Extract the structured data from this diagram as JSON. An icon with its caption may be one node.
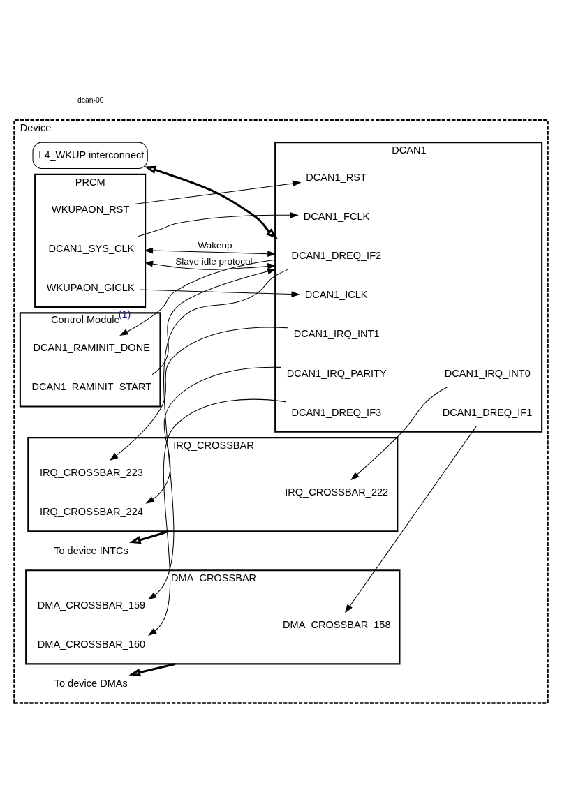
{
  "diagram": {
    "nodes": [
      {
        "text": [
          "Device"
        ]
      },
      {
        "text": [
          "DCAN1"
        ],
        "in": 0
      },
      {
        "text": [
          "DCAN1_IRQ_INT0"
        ],
        "in": 1
      },
      {
        "text": [
          "DCAN1_IRQ_INT1"
        ],
        "in": 1
      },
      {
        "text": [
          "DCAN1_IRQ_PARITY"
        ],
        "in": 1
      },
      {
        "text": [
          "DCAN1_DREQ_IF1"
        ],
        "in": 1
      },
      {
        "text": [
          "DCAN1_DREQ_IF2"
        ],
        "in": 1
      },
      {
        "text": [
          "DCAN1_DREQ_IF3"
        ],
        "in": 1
      },
      {
        "text": [
          "DCAN1_FCLK"
        ],
        "in": 1
      },
      {
        "text": [
          "DCAN1_ICLK"
        ],
        "in": 1
      },
      {
        "text": [
          "DCAN1_RST"
        ],
        "in": 1
      },
      {
        "text": [
          "IRQ_CROSSBAR"
        ],
        "in": 0
      },
      {
        "text": [
          "IRQ_CROSSBAR_222"
        ],
        "in": 11
      },
      {
        "text": [
          "IRQ_CROSSBAR_223"
        ],
        "in": 11
      },
      {
        "text": [
          "IRQ_CROSSBAR_224"
        ],
        "in": 11
      },
      {
        "text": [
          "DMA_CROSSBAR"
        ],
        "in": 0
      },
      {
        "text": [
          "DMA_CROSSBAR_158"
        ],
        "in": 15
      },
      {
        "text": [
          "DMA_CROSSBAR_159"
        ],
        "in": 15
      },
      {
        "text": [
          "DMA_CROSSBAR_160"
        ],
        "in": 15
      },
      {
        "text": [
          "PRCM"
        ],
        "in": 0
      },
      {
        "text": [
          "DCAN1_SYS_CLK"
        ],
        "in": 19
      },
      {
        "text": [
          "WKUPAON_GICLK"
        ],
        "in": 19
      },
      {
        "text": [
          "WKUPAON_RST"
        ],
        "in": 19
      },
      {
        "text": [
          "Control Module$^{(1)}$"
        ],
        "in": 0
      },
      {
        "text": [
          "DCAN1_RAMINIT_START"
        ],
        "in": 23
      },
      {
        "text": [
          "DCAN1_RAMINIT_DONE"
        ],
        "in": 23
      },
      {
        "text": [
          "To device INTCs"
        ],
        "in": 0
      },
      {
        "text": [
          "To device DMAs"
        ],
        "in": 0
      },
      {
        "text": [
          "L4_WKUP interconnect"
        ],
        "in": 0
      }
    ],
    "edges": [
      {
        "from": 11,
        "to": 26,
        "arrow": "to",
        "style": "thick"
      },
      {
        "from": 15,
        "to": 27,
        "arrow": "to",
        "style": "thick"
      },
      {
        "from": 2,
        "to": 12,
        "arrow": "to"
      },
      {
        "from": 3,
        "to": 13,
        "arrow": "to"
      },
      {
        "from": 4,
        "to": 14,
        "arrow": "to"
      },
      {
        "from": 5,
        "to": 16,
        "arrow": "to"
      },
      {
        "from": 6,
        "to": 17,
        "arrow": "to"
      },
      {
        "from": 7,
        "to": 18,
        "arrow": "to"
      },
      {
        "from": 28,
        "to": 1,
        "arrow": "both",
        "style": "thick"
      },
      {
        "from": 20,
        "to": 8,
        "arrow": "to"
      },
      {
        "from": 21,
        "to": 9,
        "arrow": "to"
      },
      {
        "from": 22,
        "to": 10,
        "arrow": "to"
      },
      {
        "from": 19,
        "to": 1,
        "arrow": "both",
        "label": "Wakeup"
      },
      {
        "from": 19,
        "to": 1,
        "arrow": "both",
        "label": "Slave idle protocol"
      },
      {
        "from": 24,
        "to": 1,
        "arrow": "to"
      },
      {
        "from": 1,
        "to": 25,
        "arrow": "to"
      }
    ],
    "labels": [
      "dcan-00"
    ]
  }
}
